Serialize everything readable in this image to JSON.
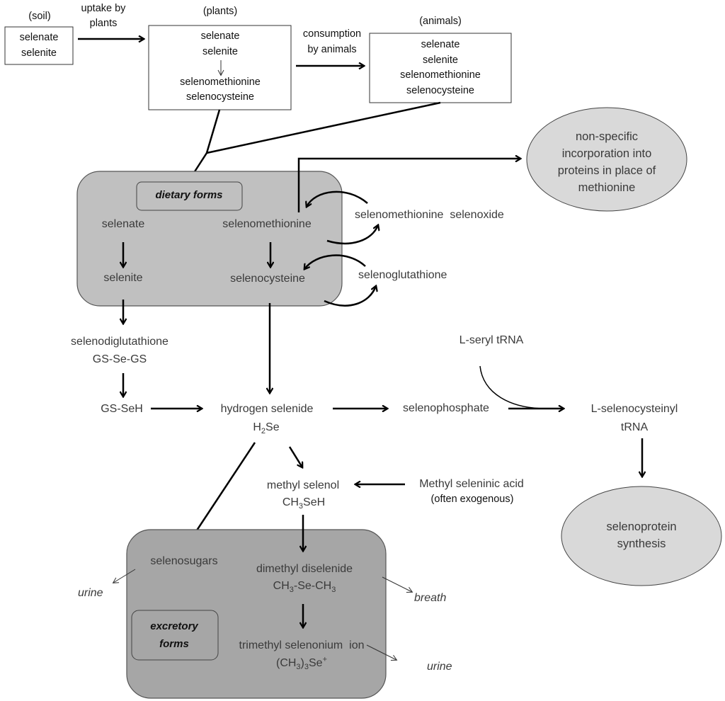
{
  "top_row": {
    "soil": {
      "header": "(soil)",
      "items": [
        "selenate",
        "selenite"
      ]
    },
    "uptake_label": [
      "uptake by",
      "plants"
    ],
    "plants": {
      "header": "(plants)",
      "items_top": [
        "selenate",
        "selenite"
      ],
      "items_bottom": [
        "selenomethionine",
        "selenocysteine"
      ]
    },
    "consumption_label": [
      "consumption",
      "by animals"
    ],
    "animals": {
      "header": "(animals)",
      "items": [
        "selenate",
        "selenite",
        "selenomethionine",
        "selenocysteine"
      ]
    }
  },
  "dietary_box": {
    "title": "dietary forms",
    "selenate": "selenate",
    "selenite": "selenite",
    "selenomethionine": "selenomethionine",
    "selenocysteine": "selenocysteine",
    "color": "#c0c0c0"
  },
  "side_products": {
    "selenomethionine_selenoxide": "selenomethionine  selenoxide",
    "selenoglutathione": "selenoglutathione"
  },
  "ellipses": {
    "nonspecific": [
      "non-specific",
      "incorporation into",
      "proteins in place of",
      "methionine"
    ],
    "selenoprotein": [
      "selenoprotein",
      "synthesis"
    ],
    "color": "#d9d9d9"
  },
  "pathway": {
    "selenodiglutathione": "selenodiglutathione",
    "gs_se_gs": "GS-Se-GS",
    "gs_seh": "GS-SeH",
    "hydrogen_selenide": "hydrogen selenide",
    "h2se": {
      "a": "H",
      "sub": "2",
      "b": "Se"
    },
    "selenophosphate": "selenophosphate",
    "l_seryl_trna": "L-seryl tRNA",
    "l_selenocysteinyl": "L-selenocysteinyl",
    "trna": "tRNA",
    "methyl_selenol": "methyl selenol",
    "ch3seh": {
      "a": "CH",
      "sub": "3",
      "b": "SeH"
    },
    "methyl_seleninic_acid": "Methyl seleninic acid",
    "often_exogenous": "(often exogenous)"
  },
  "excretory_box": {
    "title": [
      "excretory",
      "forms"
    ],
    "selenosugars": "selenosugars",
    "dimethyl_diselenide": "dimethyl diselenide",
    "dmds_formula": {
      "a": "CH",
      "s1": "3",
      "b": "-Se-CH",
      "s2": "3"
    },
    "trimethyl": "trimethyl selenonium  ion",
    "tmse_formula": {
      "a": "(CH",
      "s1": "3",
      "b": ")",
      "s2": "3",
      "c": "Se",
      "sup": "+"
    },
    "color": "#a6a6a6"
  },
  "outputs": {
    "urine_left": "urine",
    "breath": "breath",
    "urine_right": "urine"
  }
}
